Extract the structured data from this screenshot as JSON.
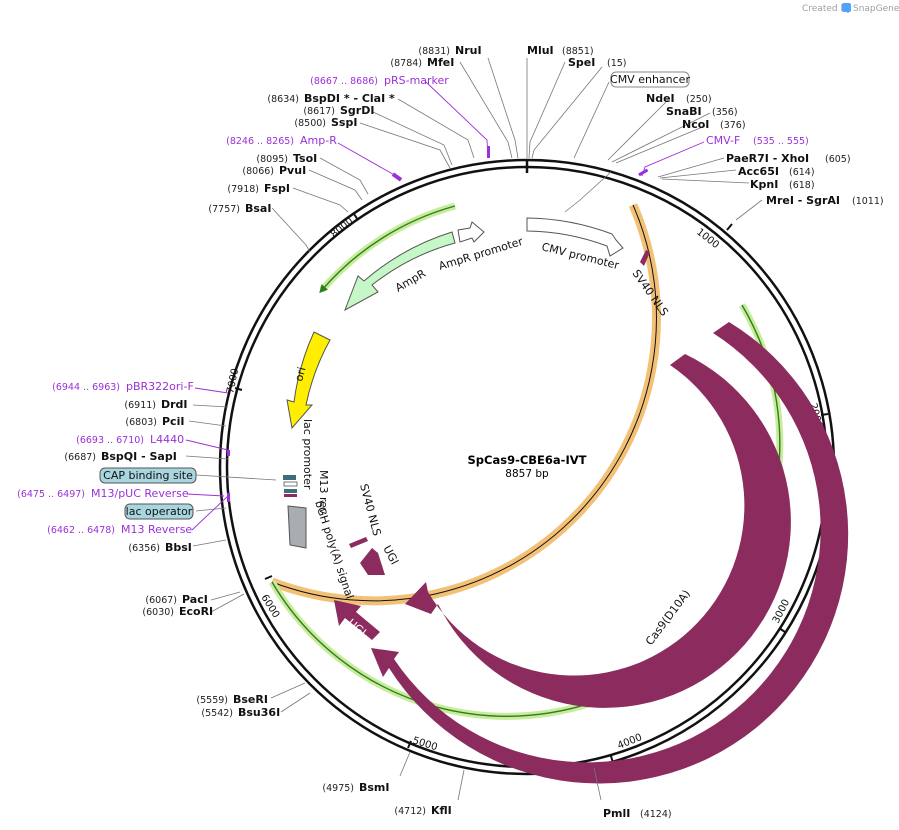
{
  "credit": {
    "prefix": "Created by",
    "brand": "SnapGene"
  },
  "plasmid": {
    "name": "SpCas9-CBE6a-IVT",
    "length": "8857 bp"
  },
  "ticks": [
    "1000",
    "2000",
    "3000",
    "4000",
    "5000",
    "6000",
    "7000",
    "8000"
  ],
  "enzymes": [
    {
      "pos": "(8831)",
      "name": "NruI"
    },
    {
      "pos": "",
      "name": "MluI"
    },
    {
      "pos": "(8851)",
      "name": ""
    },
    {
      "pos": "(8784)",
      "name": "MfeI"
    },
    {
      "pos": "(15)",
      "name": "SpeI"
    },
    {
      "pos": "(250)",
      "name": "NdeI"
    },
    {
      "pos": "(356)",
      "name": "SnaBI"
    },
    {
      "pos": "(376)",
      "name": "NcoI"
    },
    {
      "pos": "(605)",
      "name": "PaeR7I  - XhoI"
    },
    {
      "pos": "(614)",
      "name": "Acc65I"
    },
    {
      "pos": "(618)",
      "name": "KpnI"
    },
    {
      "pos": "(1011)",
      "name": "MreI  - SgrAI"
    },
    {
      "pos": "(8634)",
      "name": "BspDI *  - ClaI *"
    },
    {
      "pos": "(8617)",
      "name": "SgrDI"
    },
    {
      "pos": "(8500)",
      "name": "SspI"
    },
    {
      "pos": "(8095)",
      "name": "TsoI"
    },
    {
      "pos": "(8066)",
      "name": "PvuI"
    },
    {
      "pos": "(7918)",
      "name": "FspI"
    },
    {
      "pos": "(7757)",
      "name": "BsaI"
    },
    {
      "pos": "(6911)",
      "name": "DrdI"
    },
    {
      "pos": "(6803)",
      "name": "PciI"
    },
    {
      "pos": "(6687)",
      "name": "BspQI   - SapI"
    },
    {
      "pos": "(6356)",
      "name": "BbsI"
    },
    {
      "pos": "(6067)",
      "name": "PacI"
    },
    {
      "pos": "(6030)",
      "name": "EcoRI"
    },
    {
      "pos": "(5559)",
      "name": "BseRI"
    },
    {
      "pos": "(5542)",
      "name": "Bsu36I"
    },
    {
      "pos": "(4975)",
      "name": "BsmI"
    },
    {
      "pos": "(4712)",
      "name": "KflI"
    },
    {
      "pos": "(4124)",
      "name": "PmlI"
    }
  ],
  "primers": [
    {
      "pos": "(8667 .. 8686)",
      "name": "pRS-marker"
    },
    {
      "pos": "(8246 .. 8265)",
      "name": "Amp-R"
    },
    {
      "pos": "(535 .. 555)",
      "name": "CMV-F"
    },
    {
      "pos": "(6944 .. 6963)",
      "name": "pBR322ori-F"
    },
    {
      "pos": "(6693 .. 6710)",
      "name": "L4440"
    },
    {
      "pos": "(6475 .. 6497)",
      "name": "M13/pUC Reverse"
    },
    {
      "pos": "(6462 .. 6478)",
      "name": "M13 Reverse"
    }
  ],
  "boxed_features": [
    {
      "name": "CMV enhancer"
    },
    {
      "name": "CAP binding site"
    },
    {
      "name": "lac operator"
    }
  ],
  "features": {
    "cmv_promoter": "CMV promoter",
    "sv40_nls_top": "SV40 NLS",
    "ampr_promoter": "AmpR promoter",
    "ampr": "AmpR",
    "ori": "ori",
    "lac_promoter": "lac promoter",
    "m13_rev": "M13 rev",
    "bgh": "bGH poly(A) signal",
    "sv40_nls_inner": "SV40 NLS",
    "ugi_inner": "UGI",
    "ugi_outer": "UGI",
    "cas9": "Cas9",
    "cas9_d10a": "Cas9(D10A)"
  },
  "colors": {
    "backbone": "#111111",
    "feature": "#8b2b5e",
    "ampr_fill": "#c6f7c6",
    "ori_fill": "#ffee00",
    "orf_outer": "#f2c176",
    "orf_inner": "#9ed66b",
    "primer": "#9b30d9",
    "boxed_fill": "#a9d5df",
    "bgh_fill": "#a8adb2"
  }
}
